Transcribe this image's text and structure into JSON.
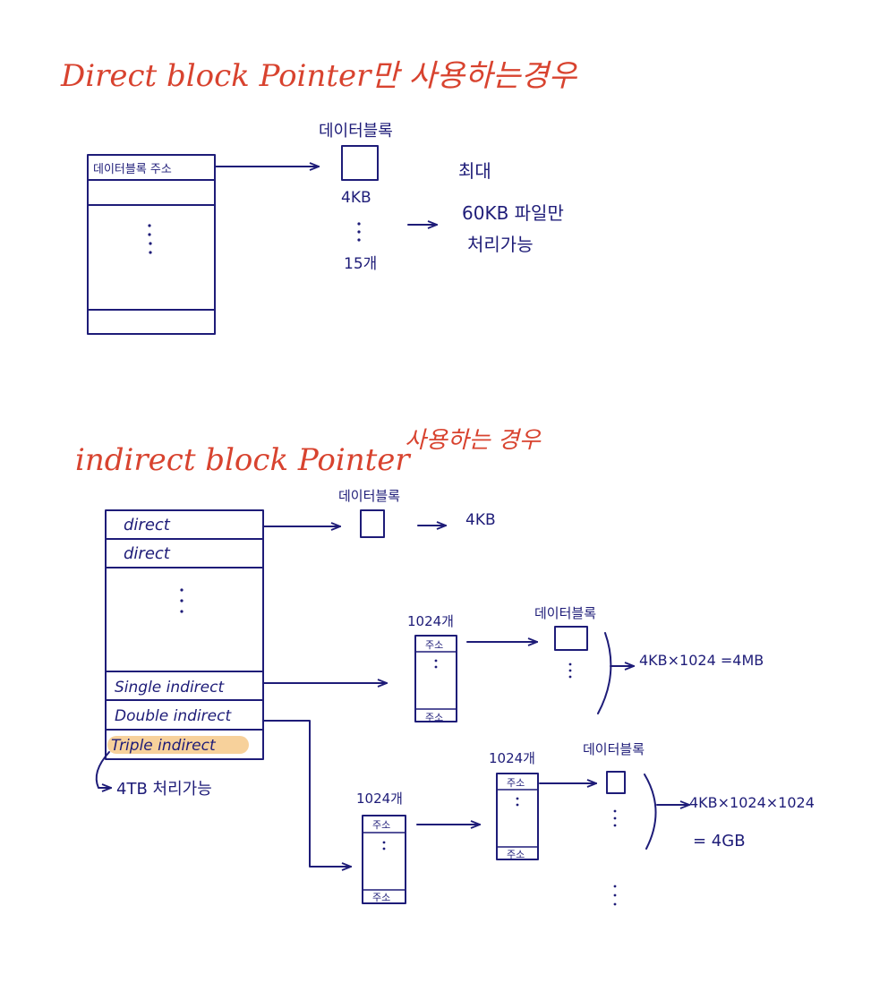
{
  "direct_section": {
    "title": "Direct block Pointer만 사용하는경우",
    "inode_first_row": "데이터블록 주소",
    "block_label": "데이터블록",
    "block_size": "4KB",
    "block_count": "15개",
    "result_lines": [
      "최대",
      "60KB 파일만",
      "처리가능"
    ]
  },
  "indirect_section": {
    "title": "indirect block Pointer",
    "title_suffix": "사용하는 경우",
    "inode_rows": [
      "direct",
      "direct",
      "Single indirect",
      "Double indirect",
      "Triple indirect"
    ],
    "direct_block_label": "데이터블록",
    "direct_result": "4KB",
    "single_count": "1024개",
    "single_block_label": "데이터블록",
    "single_result": "4KB×1024 =4MB",
    "double_count_1": "1024개",
    "double_count_2": "1024개",
    "double_block_label": "데이터블록",
    "double_result_line1": "4KB×1024×1024",
    "double_result_line2": "= 4GB",
    "triple_note": "4TB 처리가능",
    "addr_label": "주소"
  }
}
